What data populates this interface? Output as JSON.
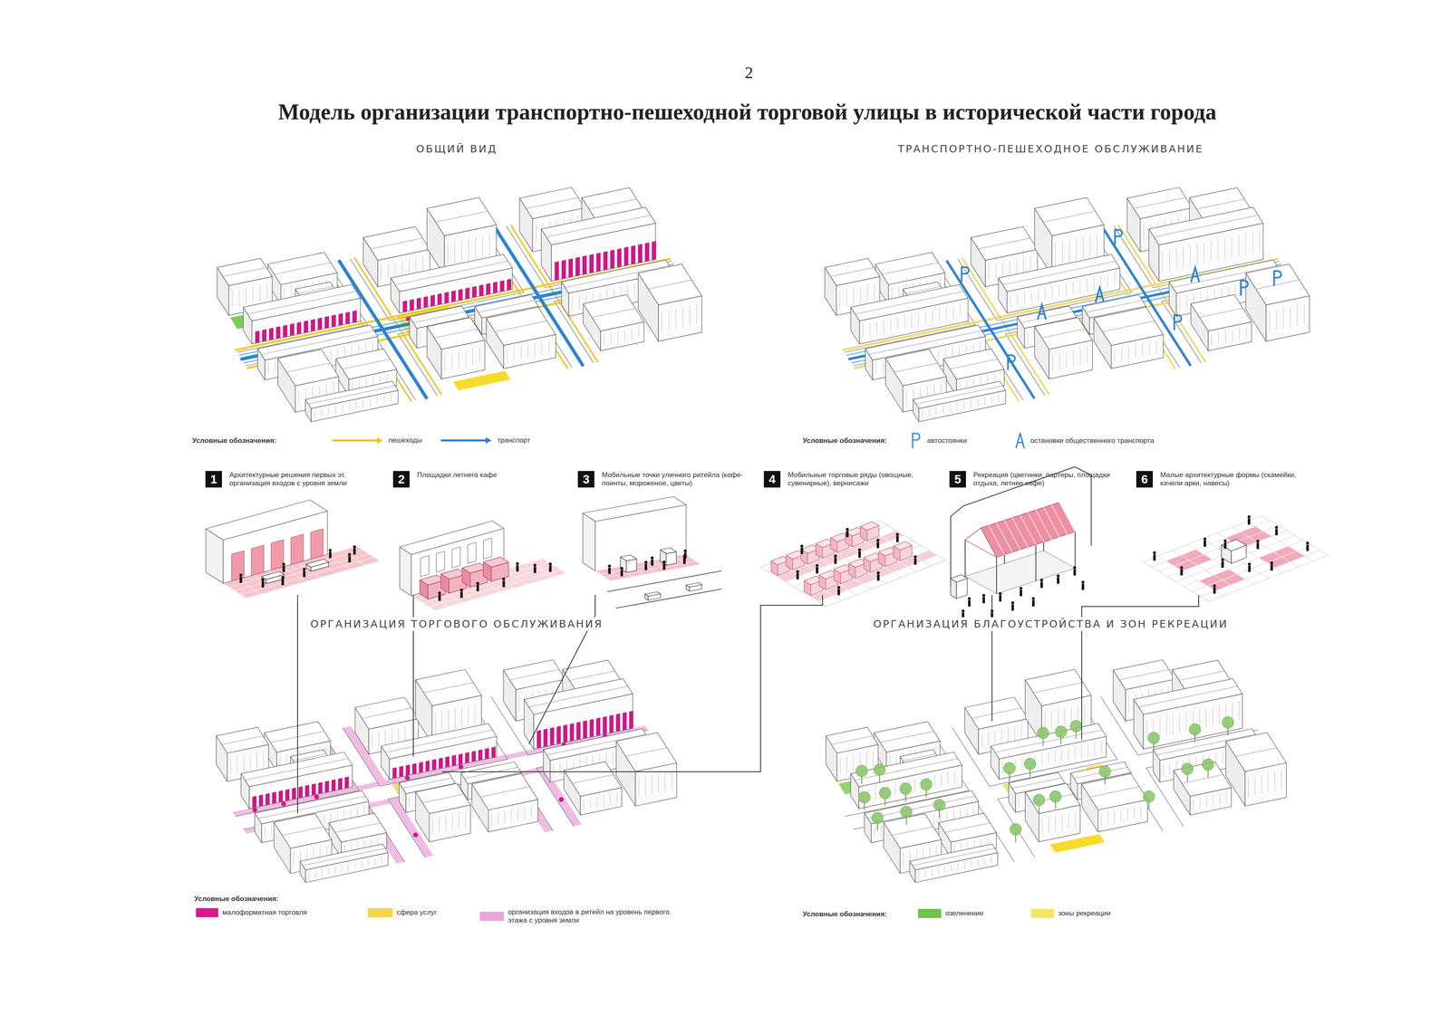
{
  "diagram": {
    "title": "Модель организации транспортно-пешеходной торговой улицы в исторической части города",
    "nodes": [
      {
        "text": [
          "ОБЩИЙ ВИД"
        ]
      },
      {
        "text": [
          "ТРАНСПОРТНО-ПЕШЕХОДНОЕ ОБСЛУЖИВАНИЕ"
        ]
      },
      {
        "text": [
          "1",
          "Архитектурные решения первых эт. организация входов с уровня земли"
        ]
      },
      {
        "text": [
          "2",
          "Площадки летнего кафе"
        ]
      },
      {
        "text": [
          "3",
          "Мобильные точки уличного ритейла (кофе-поинты, мороженое, цветы)"
        ]
      },
      {
        "text": [
          "4",
          "Мобильные торговые ряды (овощные, сувенирные), вернисажи"
        ]
      },
      {
        "text": [
          "5",
          "Рекреация (цветники, партеры, площадки отдыха, летнее кафе)"
        ]
      },
      {
        "text": [
          "6",
          "Малые архитектурные формы (скамейки, качели арки, навесы)"
        ]
      },
      {
        "text": [
          "ОРГАНИЗАЦИЯ ТОРГОВОГО ОБСЛУЖИВАНИЯ"
        ]
      },
      {
        "text": [
          "ОРГАНИЗАЦИЯ БЛАГОУСТРОЙСТВА И ЗОН РЕКРЕАЦИИ"
        ]
      }
    ],
    "edges": [
      {
        "from": 2,
        "to": 8,
        "arrow": "none"
      },
      {
        "from": 3,
        "to": 8,
        "arrow": "none"
      },
      {
        "from": 4,
        "to": 8,
        "arrow": "none"
      },
      {
        "from": 5,
        "to": 8,
        "arrow": "none"
      },
      {
        "from": 6,
        "to": 9,
        "arrow": "none"
      },
      {
        "from": 7,
        "to": 9,
        "arrow": "none"
      }
    ],
    "labels": [
      "2",
      "Условные обозначения:",
      "Условные обозначения:",
      "Условные обозначения:",
      "Условные обозначения:"
    ],
    "legend": [
      {
        "text": "пешеходы"
      },
      {
        "text": "транспорт"
      },
      {
        "text": "автостоянки"
      },
      {
        "text": "остановки общественного транспорта"
      },
      {
        "text": "малоформатная торговля",
        "color": "#d81b8c"
      },
      {
        "text": "сфера услуг",
        "color": "#f2d64b"
      },
      {
        "text": "организация входов в ритейл на уровень первого этажа с уровня земли",
        "color": "#e8a6d8"
      },
      {
        "text": "озеленение",
        "color": "#6fc24a"
      },
      {
        "text": "зоны рекреации",
        "color": "#f5e36a"
      }
    ]
  }
}
